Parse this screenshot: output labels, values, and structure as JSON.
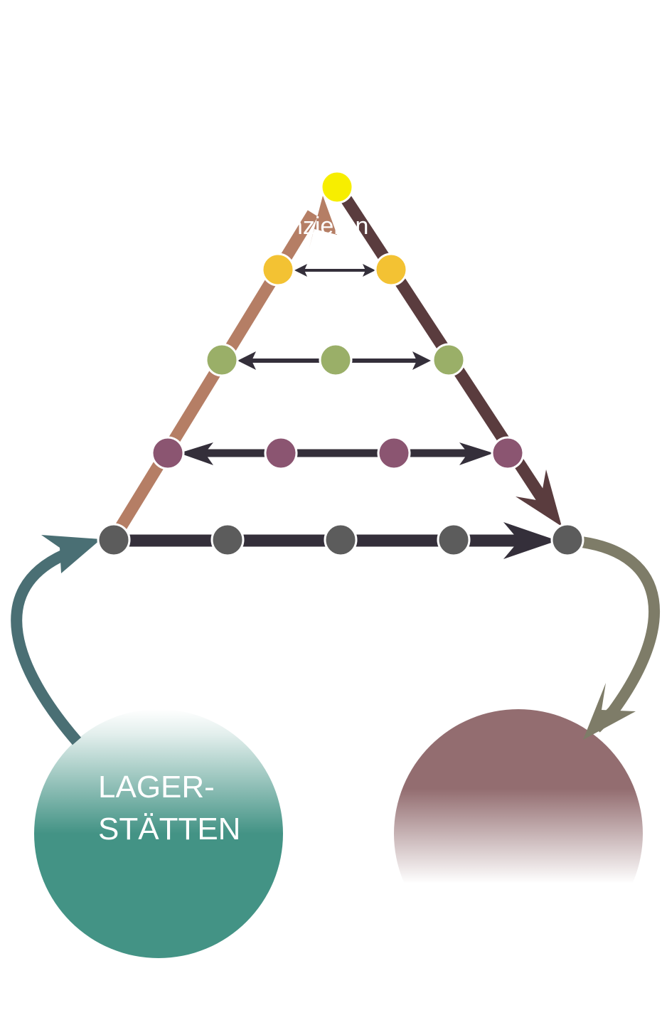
{
  "labels": {
    "top_partial": "anzieren",
    "left_circle_line1": "LAGER-",
    "left_circle_line2": "STÄTTEN"
  },
  "colors": {
    "apex": "#F7EE00",
    "level1": "#F3C233",
    "level2": "#9AAF68",
    "level3": "#8B5571",
    "base": "#5C5C5C",
    "left_edge": "#B57E65",
    "right_edge": "#5A3C3E",
    "level_arrows": "#342F3A",
    "left_loop": "#4A6F74",
    "right_loop": "#7E7C68",
    "left_circle": "#439385",
    "right_circle": "#936D70"
  }
}
